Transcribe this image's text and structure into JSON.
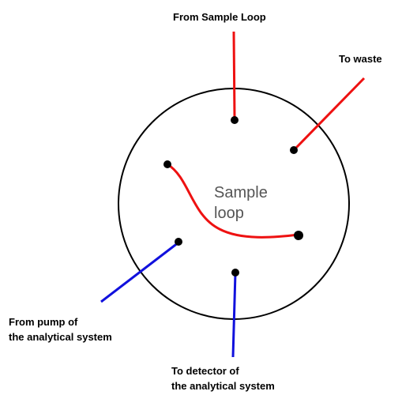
{
  "colors": {
    "red_line": "#ee1111",
    "blue_line": "#1111dd",
    "outline": "#000000",
    "port": "#000000",
    "center_text": "#555555"
  },
  "labels": {
    "from_sample_loop": "From Sample Loop",
    "to_waste": "To waste",
    "sample_loop_line1": "Sample",
    "sample_loop_line2": "loop",
    "from_pump_line1": "From pump of",
    "from_pump_line2": "the analytical system",
    "to_detector_line1": "To detector of",
    "to_detector_line2": "the analytical system"
  }
}
